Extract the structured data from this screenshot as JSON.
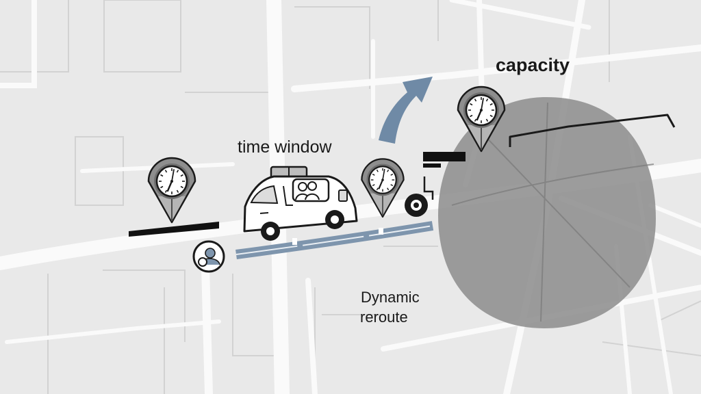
{
  "labels": {
    "time_window": "time window",
    "capacity": "capacity",
    "dynamic_reroute_line1": "Dynamic",
    "dynamic_reroute_line2": "reroute"
  },
  "icons": [
    "map-background",
    "clock-pin-icon",
    "delivery-van-icon",
    "passenger-icon",
    "reroute-arrow-icon",
    "capacity-zone"
  ],
  "colors": {
    "map_bg": "#e9e9e9",
    "road": "#fafafa",
    "route": "#7e95ad",
    "reroute_arrow": "#6f8aa6",
    "capacity_zone": "#8e8e8e"
  }
}
